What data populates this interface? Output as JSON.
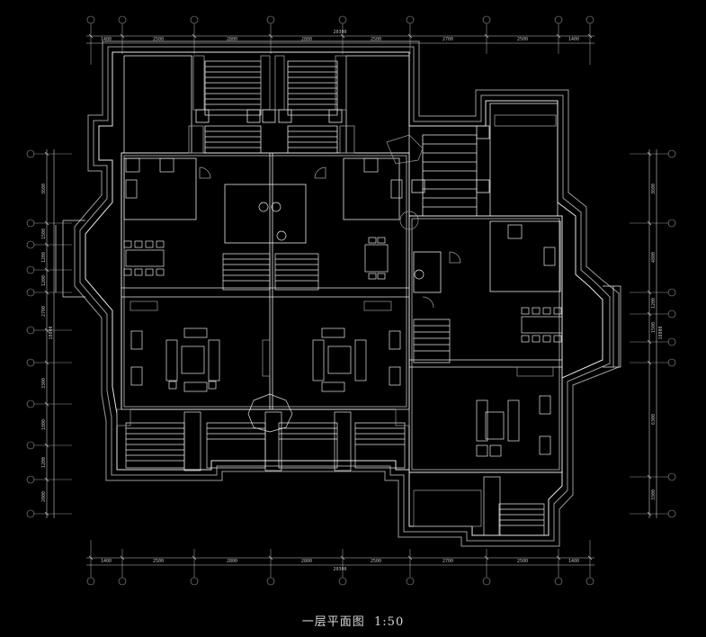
{
  "drawing": {
    "title": "一层平面图",
    "scale": "1:50",
    "colors": {
      "background": "#000000",
      "lines": "#e6e6e6",
      "secondary": "#9a9a9a"
    }
  },
  "dimensions": {
    "top_segments": [
      "1400",
      "2500",
      "2800",
      "2800",
      "2500",
      "2700",
      "2500",
      "1400"
    ],
    "top_total": "20300",
    "bottom_segments": [
      "1400",
      "2500",
      "2800",
      "2800",
      "2500",
      "2700",
      "2500",
      "1400"
    ],
    "bottom_total": "20300",
    "left_segments": [
      "3600",
      "1500",
      "1200",
      "1200",
      "2700",
      "3300",
      "1800",
      "1200",
      "2000"
    ],
    "left_total": "18800",
    "right_segments": [
      "3600",
      "4800",
      "1200",
      "1500",
      "6300",
      "3300"
    ],
    "right_total": "18800"
  }
}
